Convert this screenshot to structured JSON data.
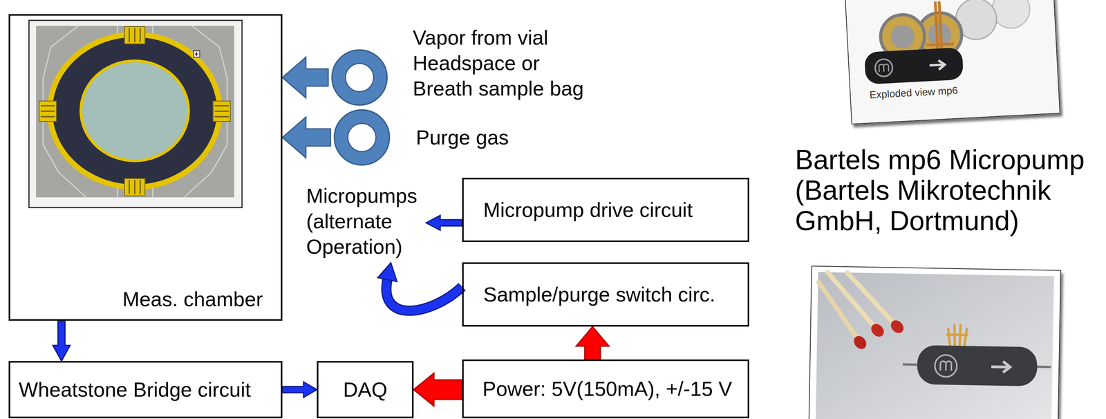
{
  "diagram": {
    "nodes": [
      {
        "text": [
          "Meas. chamber"
        ]
      },
      {
        "text": [
          "Vapor from vial Headspace or Breath sample bag"
        ]
      },
      {
        "text": [
          "Purge gas"
        ]
      },
      {
        "text": [
          "Micropumps (alternate Operation)"
        ]
      },
      {
        "text": [
          "Micropump drive circuit"
        ]
      },
      {
        "text": [
          "Sample/purge switch circ."
        ]
      },
      {
        "text": [
          "Wheatstone Bridge circuit"
        ]
      },
      {
        "text": [
          "DAQ"
        ]
      },
      {
        "text": [
          "Power: 5V(150mA), +/-15 V"
        ]
      }
    ],
    "edges": [
      {
        "from": 1,
        "to": 0,
        "arrow": "to"
      },
      {
        "from": 2,
        "to": 0,
        "arrow": "to"
      },
      {
        "from": 0,
        "to": 6,
        "arrow": "to"
      },
      {
        "from": 4,
        "to": 3,
        "arrow": "to"
      },
      {
        "from": 5,
        "to": 3,
        "arrow": "to"
      },
      {
        "from": 8,
        "to": 5,
        "arrow": "to"
      },
      {
        "from": 6,
        "to": 7,
        "arrow": "to"
      },
      {
        "from": 8,
        "to": 7,
        "arrow": "to"
      }
    ],
    "labels": [
      "Exploded view mp6",
      "Bartels mp6 Micropump (Bartels Mikrotechnik GmbH, Dortmund)"
    ]
  }
}
